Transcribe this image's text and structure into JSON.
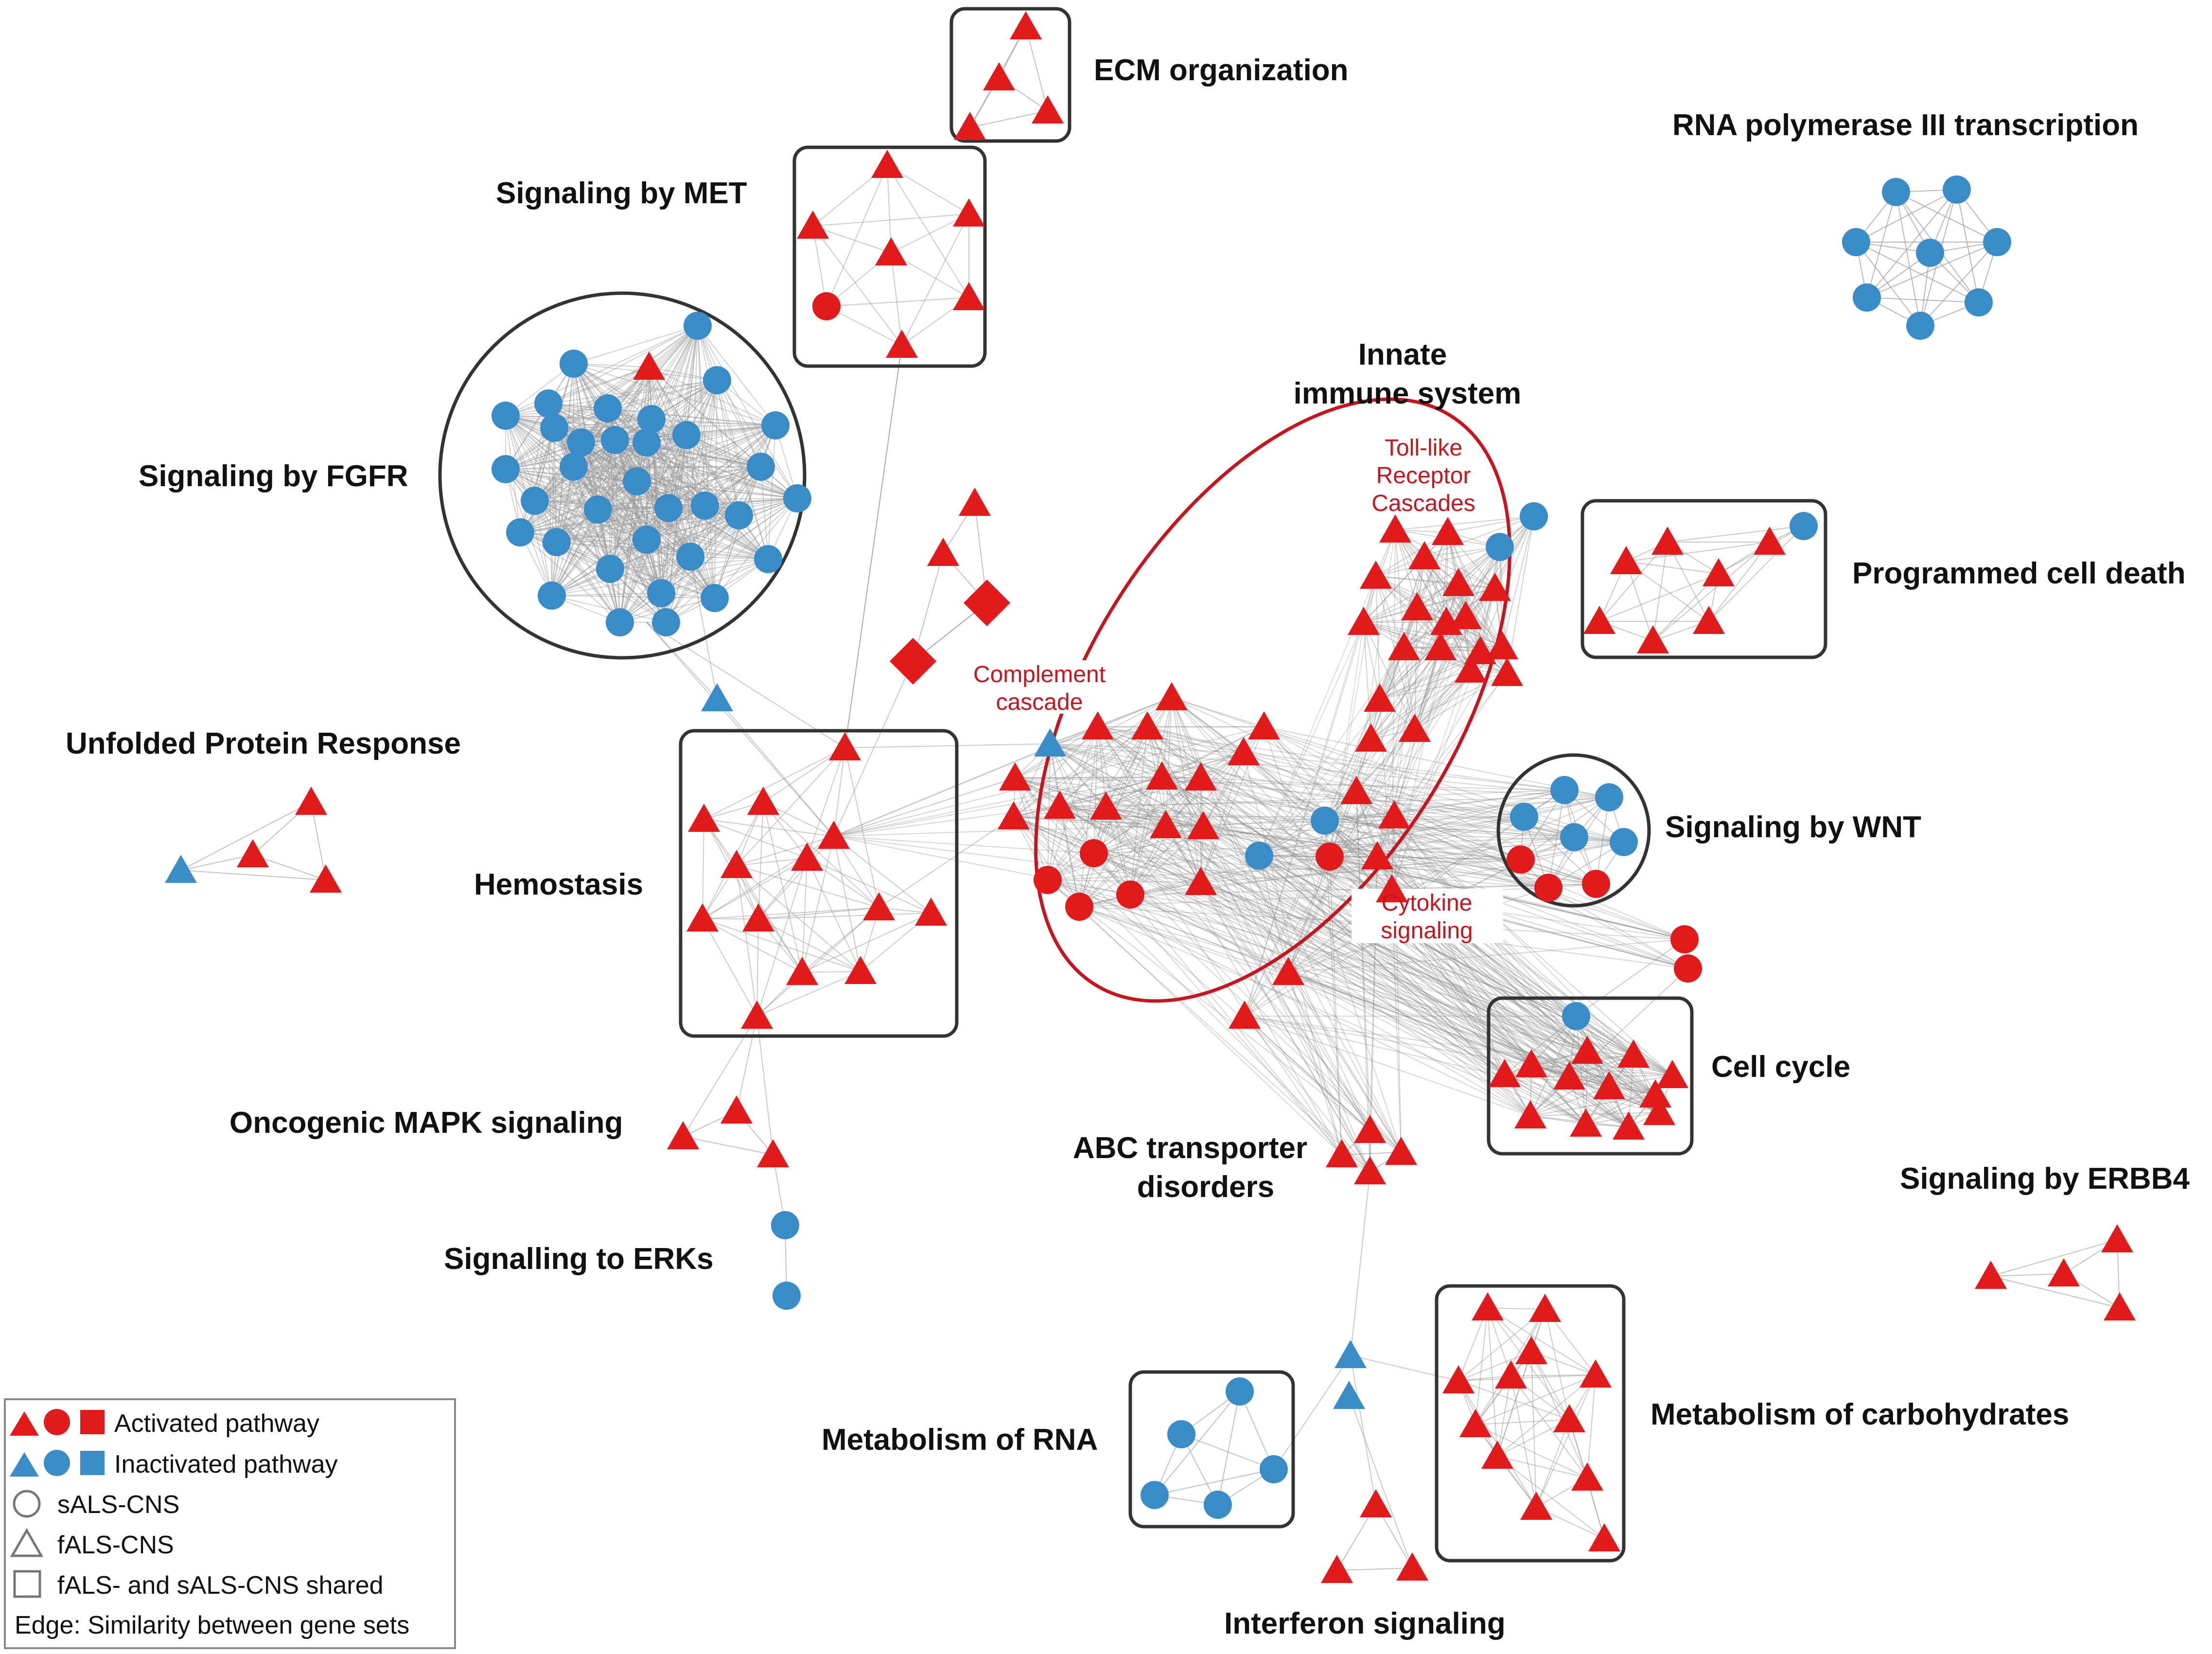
{
  "colors": {
    "activated": "#e31a1c",
    "inactivated": "#3a8cc8",
    "edge": "#9a9a9a",
    "group_outline": "#333333",
    "immune_outline": "#c8141c"
  },
  "clusters": {
    "ecm": "ECM organization",
    "met": "Signaling by MET",
    "fgfr": "Signaling by FGFR",
    "upr": "Unfolded Protein Response",
    "hemostasis": "Hemostasis",
    "mapk": "Oncogenic MAPK signaling",
    "erks": "Signalling to ERKs",
    "innate_l1": "Innate",
    "innate_l2": "immune system",
    "tlr_l1": "Toll-like",
    "tlr_l2": "Receptor",
    "tlr_l3": "Cascades",
    "complement_l1": "Complement",
    "complement_l2": "cascade",
    "cytokine_l1": "Cytokine",
    "cytokine_l2": "signaling",
    "rna_pol": "RNA polymerase III transcription",
    "pcd": "Programmed cell death",
    "wnt": "Signaling by WNT",
    "cell_cycle": "Cell cycle",
    "abc_l1": "ABC transporter",
    "abc_l2": "disorders",
    "erbb4": "Signaling by ERBB4",
    "carbs": "Metabolism of carbohydrates",
    "rna_met": "Metabolism of RNA",
    "interferon": "Interferon signaling"
  },
  "legend": {
    "activated": "Activated pathway",
    "inactivated": "Inactivated pathway",
    "circle": "sALS-CNS",
    "triangle": "fALS-CNS",
    "square": "fALS- and sALS-CNS shared",
    "edge": "Edge: Similarity between gene sets"
  }
}
